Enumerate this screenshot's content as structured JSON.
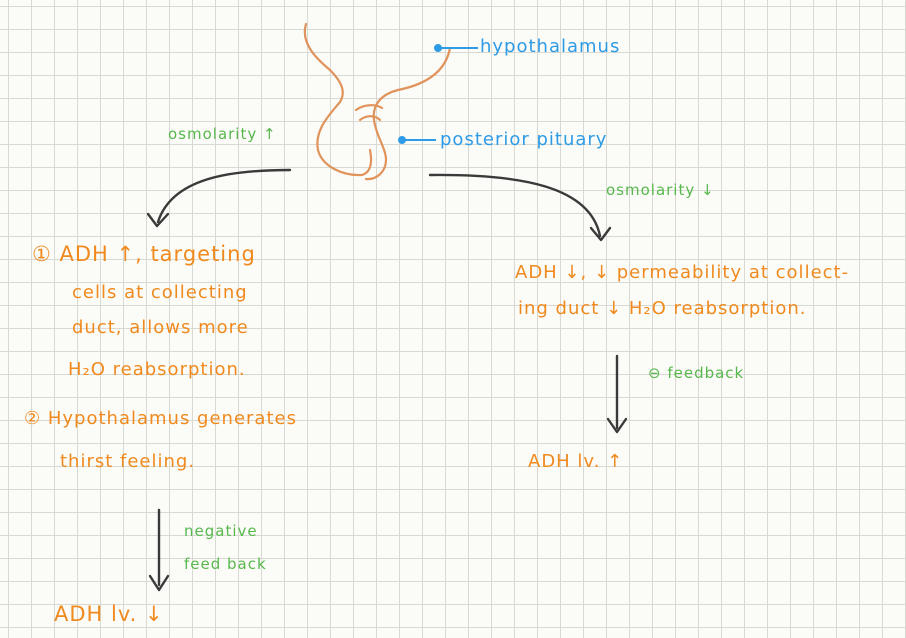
{
  "labels": {
    "hypothalamus": "hypothalamus",
    "posterior_pituitary": "posterior pituary"
  },
  "left_branch": {
    "condition": "osmolarity ↑",
    "point1_line1": "① ADH ↑, targeting",
    "point1_line2": "cells at collecting",
    "point1_line3": "duct, allows more",
    "point1_line4": "H₂O reabsorption.",
    "point2_line1": "② Hypothalamus generates",
    "point2_line2": "thirst feeling.",
    "feedback_line1": "negative",
    "feedback_line2": "feed back",
    "result": "ADH lv. ↓"
  },
  "right_branch": {
    "condition": "osmolarity ↓",
    "line1": "ADH ↓, ↓ permeability at collect-",
    "line2": "ing duct ↓ H₂O reabsorption.",
    "feedback": "⊖ feedback",
    "result": "ADH lv. ↑"
  },
  "colors": {
    "orange": "#f08a1e",
    "green": "#58b84e",
    "blue": "#2e9be6",
    "gland": "#e0935a",
    "arrow": "#3a3a3a"
  }
}
